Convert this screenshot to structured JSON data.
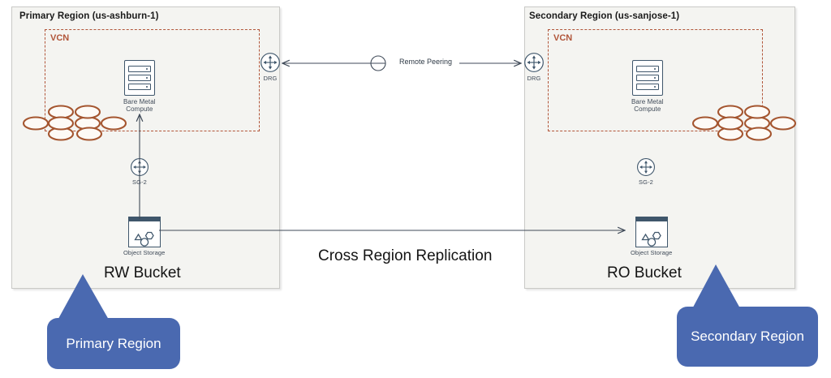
{
  "diagram": {
    "title_primary": "Primary Region (us-ashburn-1)",
    "title_secondary": "Secondary Region (us-sanjose-1)",
    "accent_vcn": "#b15539",
    "accent_callout": "#4a69b0",
    "region_fill": "#f4f4f1",
    "icon_stroke": "#3f566b"
  },
  "primary": {
    "region_title": "Primary Region (us-ashburn-1)",
    "vcn_label": "VCN",
    "compute_label": "Bare Metal\nCompute",
    "drg_label": "DRG",
    "sg_label": "SG-2",
    "object_storage_label": "Object Storage",
    "bucket_label": "RW Bucket",
    "network_icon": "network-mesh-icon"
  },
  "secondary": {
    "region_title": "Secondary Region (us-sanjose-1)",
    "vcn_label": "VCN",
    "compute_label": "Bare Metal\nCompute",
    "drg_label": "DRG",
    "sg_label": "SG-2",
    "object_storage_label": "Object Storage",
    "bucket_label": "RO Bucket",
    "network_icon": "network-mesh-icon"
  },
  "connections": {
    "remote_peering_label": "Remote Peering",
    "cross_region_replication_label": "Cross Region Replication"
  },
  "callouts": [
    {
      "id": "primary-callout",
      "text": "Primary Region"
    },
    {
      "id": "secondary-callout",
      "text": "Secondary Region"
    }
  ]
}
